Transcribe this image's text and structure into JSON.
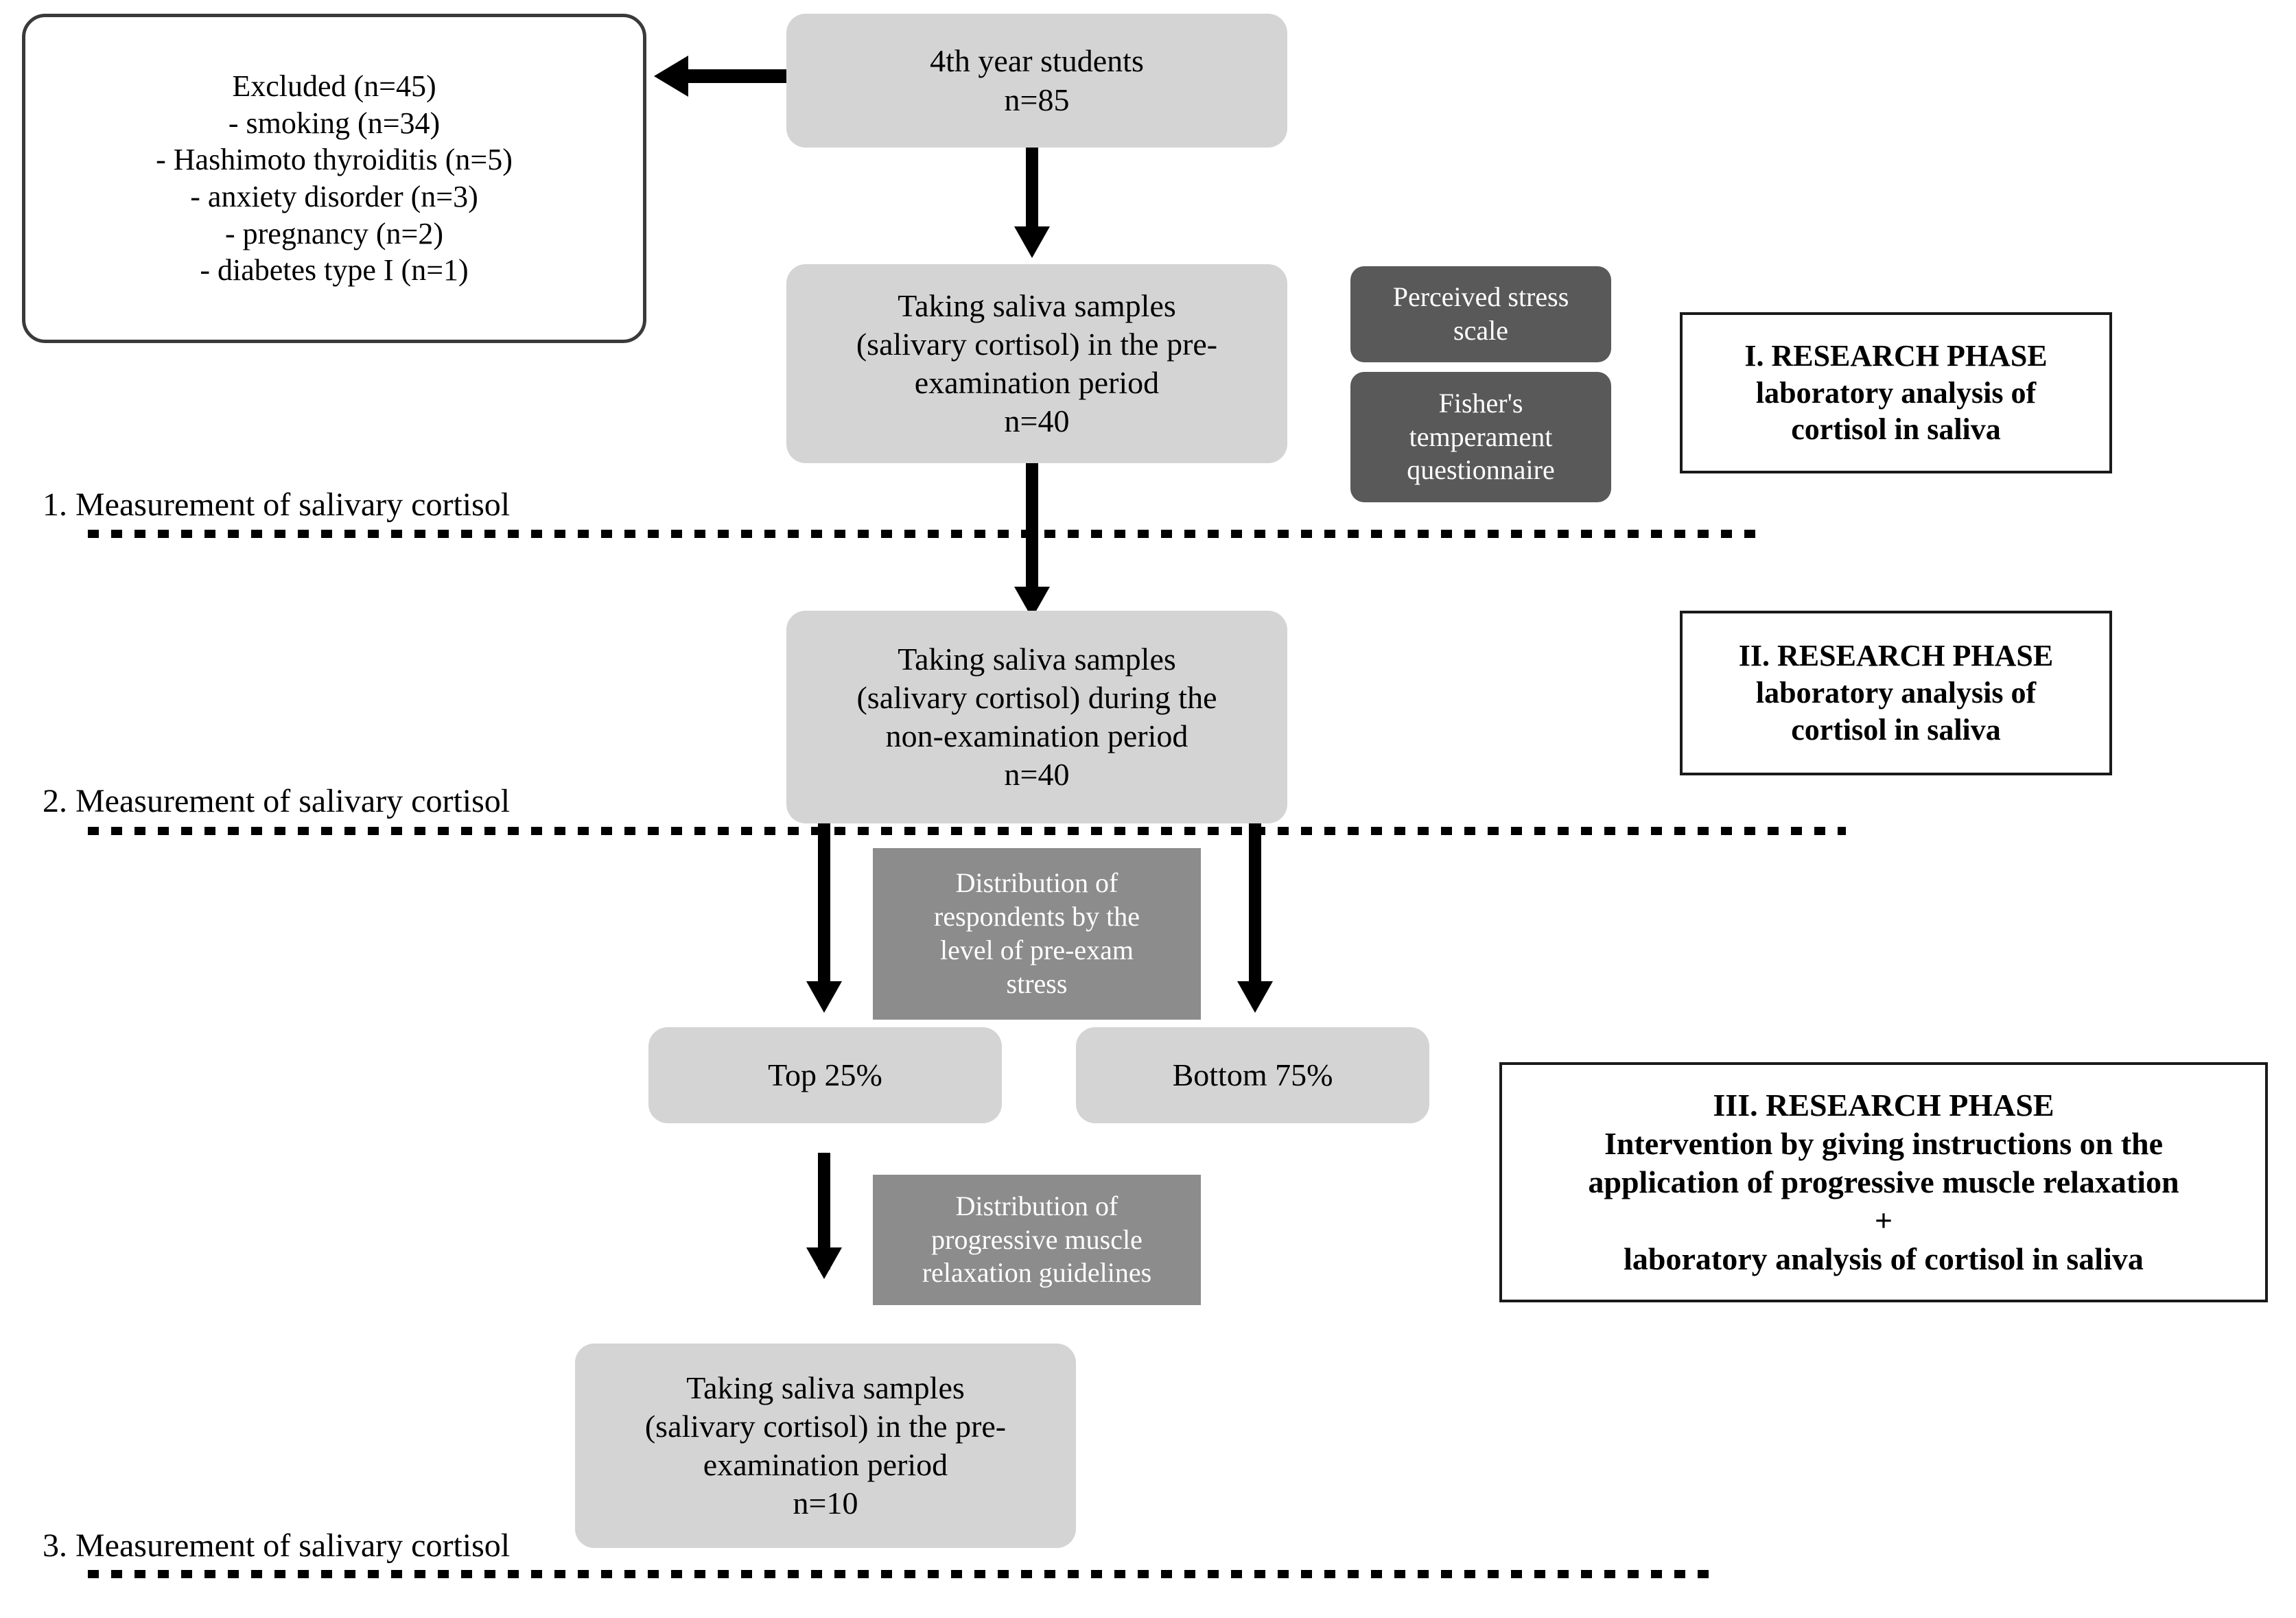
{
  "diagram": {
    "title": "Study flow diagram of salivary cortisol measurement phases",
    "colors": {
      "light_node": "#d4d4d4",
      "dark_node": "#595959",
      "mid_node": "#8c8c8c",
      "outline_border": "#1a1a1a",
      "arrow": "#000000",
      "background": "#ffffff"
    }
  },
  "nodes": {
    "excluded": {
      "lines": [
        "Excluded (n=45)",
        "- smoking (n=34)",
        "- Hashimoto thyroiditis (n=5)",
        "- anxiety disorder (n=3)",
        "- pregnancy (n=2)",
        "- diabetes type I (n=1)"
      ]
    },
    "students": {
      "line1": "4th year students",
      "line2": "n=85"
    },
    "pre_exam_samples": {
      "line1": "Taking saliva samples",
      "line2": "(salivary cortisol) in the pre-",
      "line3": "examination period",
      "line4": "n=40"
    },
    "non_exam_samples": {
      "line1": "Taking saliva samples",
      "line2": "(salivary cortisol) during the",
      "line3": "non-examination period",
      "line4": "n=40"
    },
    "final_samples": {
      "line1": "Taking saliva samples",
      "line2": "(salivary cortisol) in the pre-",
      "line3": "examination period",
      "line4": "n=10"
    },
    "perceived_stress_scale": {
      "line1": "Perceived stress",
      "line2": "scale"
    },
    "fisher_questionnaire": {
      "line1": "Fisher's",
      "line2": "temperament",
      "line3": "questionnaire"
    },
    "distribution_respondents": {
      "line1": "Distribution of",
      "line2": "respondents by the",
      "line3": "level of pre-exam",
      "line4": "stress"
    },
    "distribution_pmr": {
      "line1": "Distribution of",
      "line2": "progressive muscle",
      "line3": "relaxation guidelines"
    },
    "top_group": {
      "label": "Top 25%"
    },
    "bottom_group": {
      "label": "Bottom 75%"
    }
  },
  "phases": {
    "phase1": {
      "heading": "I. RESEARCH PHASE",
      "line1": "laboratory analysis of",
      "line2": "cortisol in saliva"
    },
    "phase2": {
      "heading": "II. RESEARCH PHASE",
      "line1": "laboratory analysis of",
      "line2": "cortisol in saliva"
    },
    "phase3": {
      "heading": "III. RESEARCH PHASE",
      "line1": "Intervention by giving instructions on the",
      "line2": "application of progressive muscle relaxation",
      "plus": "+",
      "line3": "laboratory analysis of cortisol in saliva"
    }
  },
  "measurements": [
    {
      "label": "1. Measurement of salivary cortisol"
    },
    {
      "label": "2. Measurement of salivary cortisol"
    },
    {
      "label": "3. Measurement of salivary cortisol"
    }
  ]
}
